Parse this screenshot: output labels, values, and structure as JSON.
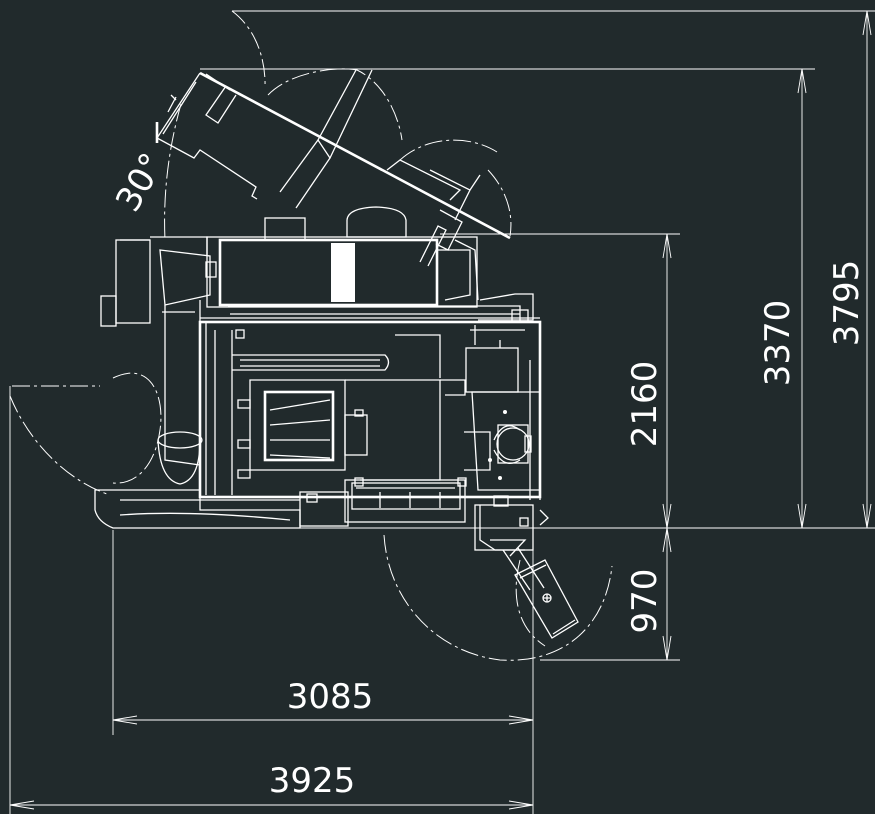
{
  "drawing": {
    "colors": {
      "background": "#212a2c",
      "line": "#ffffff"
    },
    "angle_label": "30°",
    "dimensions": {
      "overall_width": "3925",
      "machine_width": "3085",
      "overall_depth": "3795",
      "open_depth": "3370",
      "machine_depth": "2160",
      "control_panel_depth": "970"
    }
  }
}
